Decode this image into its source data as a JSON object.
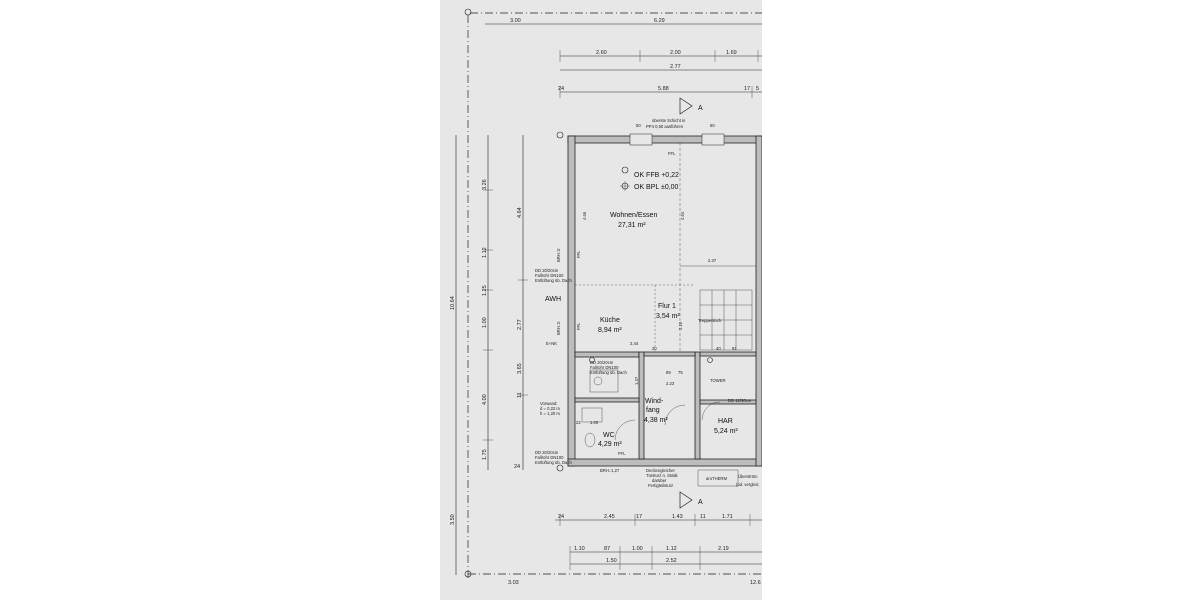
{
  "top_dimensions": {
    "row1": [
      "3.00",
      "6.29"
    ],
    "row2": [
      "2.60",
      "2.00",
      "1.69"
    ],
    "row3": [
      "2.77"
    ],
    "row4": [
      "24",
      "5.88",
      "17",
      "5"
    ]
  },
  "bottom_dimensions": {
    "row1": [
      "24",
      "2.45",
      "17",
      "1.43",
      "11",
      "1.71"
    ],
    "row2": [
      "1.10",
      "87",
      "1.00",
      "1.12",
      "2.19"
    ],
    "row3": [
      "1.50",
      "2.52"
    ],
    "row4": [
      "3.03",
      "12.6"
    ]
  },
  "left_dimensions": {
    "outer": [
      "10.64",
      "3.50"
    ],
    "col1": [
      "3.26",
      "1.12",
      "1.25",
      "1.00",
      "4.00",
      "1.75"
    ],
    "col2": [
      "4.64",
      "2.77",
      "3.65",
      "11",
      "24"
    ]
  },
  "rooms": {
    "living": {
      "name": "Wohnen/Essen",
      "area": "27,31 m²"
    },
    "kitchen": {
      "name": "Küche",
      "area": "8,94 m²"
    },
    "hall": {
      "name": "Flur 1",
      "area": "3,54 m²"
    },
    "entry": {
      "name_1": "Wind-",
      "name_2": "fang",
      "area": "4,38 m²"
    },
    "wc": {
      "name": "WC",
      "area": "4,29 m²"
    },
    "har": {
      "name": "HAR",
      "area": "5,24 m²"
    }
  },
  "levels": {
    "ffb": "OK FFB +0,22",
    "bpl": "OK BPL ±0,00"
  },
  "notes": {
    "top_note_1": "oberste Schicht in",
    "top_note_2": "PP4 0,50 ausführen",
    "ffl": "FFL",
    "brh0": "BRH.:0",
    "brh127": "BRH.:1,27",
    "awh": "AWH",
    "enk": "E+NK",
    "dd1": "DD 20/20cm",
    "dd2": "Fallrohr DN100",
    "dd3": "Entlüftung üb. Dach",
    "treppenloch": "Treppenloch",
    "tower": "TOWER",
    "dd_door": "DD 12/30cm",
    "vorwand_1": "Vorwand:",
    "vorwand_2": "d = 0,22 m",
    "vorwand_3": "h = 1,20 m",
    "bottom_note_1": "Deckengleicher",
    "bottom_note_2": "Türsturz n. Statik",
    "bottom_note_3": "darüber",
    "bottom_note_4": "Fertigteilsturz",
    "aerotherm": "aroTHERM",
    "uberstroem_1": "Überström",
    "uberstroem_2": "(od. vergleic"
  },
  "inner_dimensions": {
    "d50a": "50",
    "d50b": "50",
    "d237": "2.37",
    "d244": "2.44",
    "d466a": "4.66",
    "d466b": "4.64",
    "d210": "2.10",
    "d223": "2.23",
    "d100": "1.00",
    "d137": "1.37",
    "d89": "89",
    "d22": "22",
    "d40": "40",
    "d91": "91",
    "d20": "20",
    "d75": "75"
  },
  "section_marker": "A"
}
